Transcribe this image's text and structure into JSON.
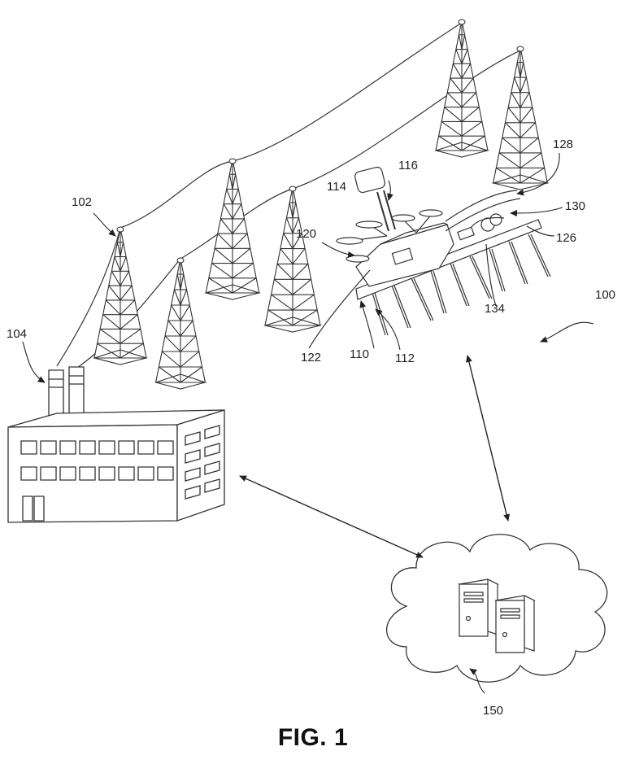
{
  "figure": {
    "caption": "FIG. 1",
    "labels": {
      "system": "100",
      "transmission_towers": "102",
      "power_plant": "104",
      "robot": "110",
      "robot_body": "112",
      "antenna": "114",
      "mast": "116",
      "rotor_assembly": "120",
      "frame": "122",
      "arm": "126",
      "cable_clamp": "128",
      "gripper": "130",
      "line_interface": "134",
      "cloud_servers": "150"
    }
  }
}
